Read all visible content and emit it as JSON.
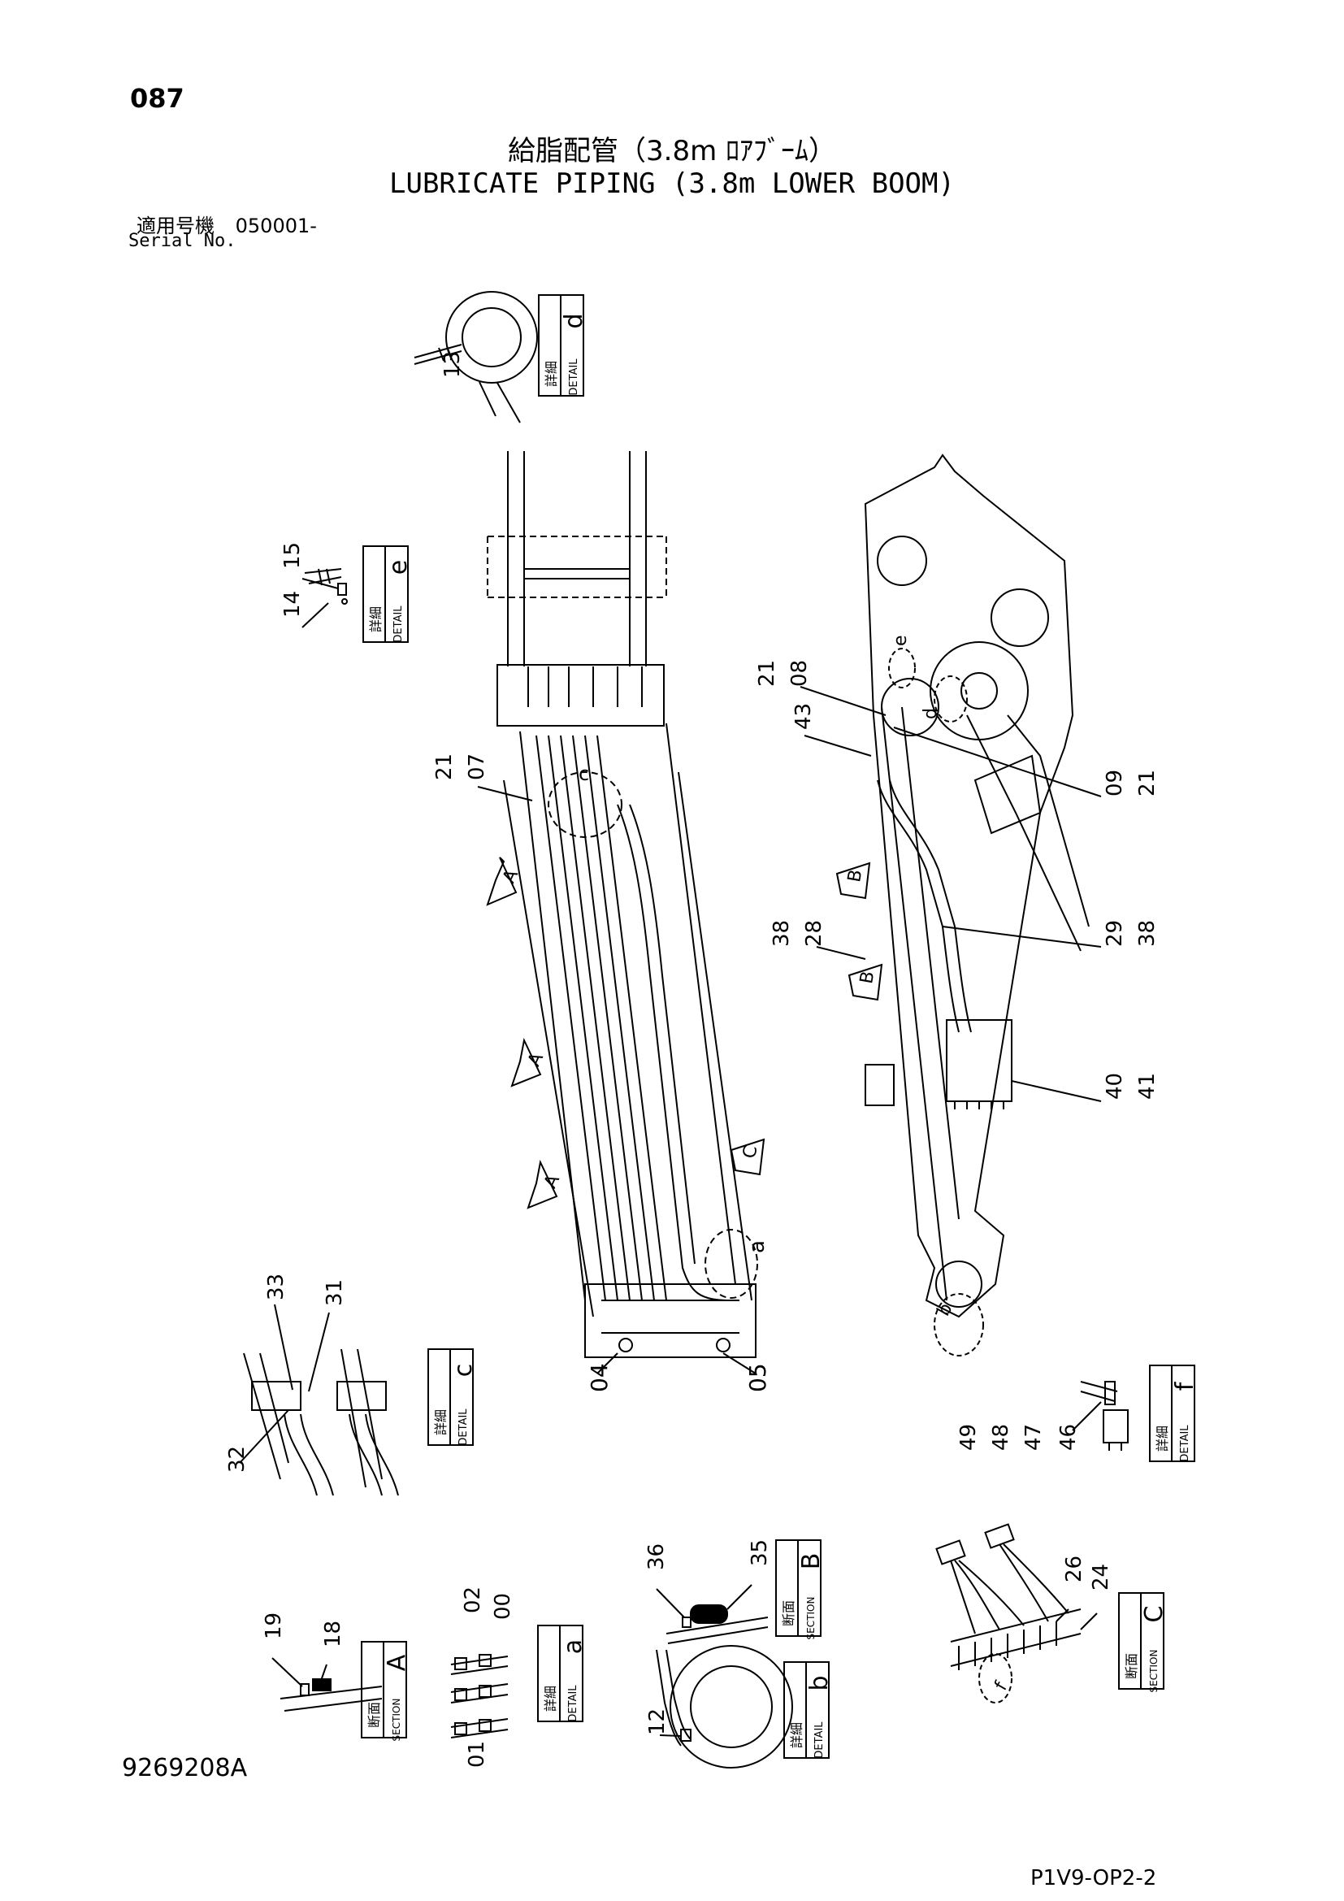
{
  "header": {
    "page_number": "087",
    "title_jp": "給脂配管（3.8m ﾛｱﾌﾞｰﾑ）",
    "title_en": "LUBRICATE PIPING (3.8m LOWER BOOM)",
    "serial_label_jp": "適用号機",
    "serial_value": "050001-",
    "serial_label_en": "Serial No."
  },
  "footer": {
    "drawing_number": "9269208A",
    "page_code": "P1V9-OP2-2"
  },
  "boxes": {
    "detail_jp": "詳細",
    "detail_en": "DETAIL",
    "section_jp": "断面",
    "section_en": "SECTION",
    "d": "d",
    "e": "e",
    "c": "c",
    "f": "f",
    "a": "a",
    "b": "b",
    "A": "A",
    "B": "B",
    "C": "C"
  },
  "callouts": {
    "n13": "13",
    "n15": "15",
    "n14": "14",
    "n21a": "21",
    "n07": "07",
    "n21b": "21",
    "n08": "08",
    "n43": "43",
    "n09": "09",
    "n21c": "21",
    "n38a": "38",
    "n28": "28",
    "n29": "29",
    "n38b": "38",
    "n40": "40",
    "n41": "41",
    "n33": "33",
    "n31": "31",
    "n32": "32",
    "n04": "04",
    "n05": "05",
    "n49": "49",
    "n48": "48",
    "n47": "47",
    "n46": "46",
    "n36": "36",
    "n35": "35",
    "n02": "02",
    "n00": "00",
    "n01": "01",
    "n19": "19",
    "n18": "18",
    "n12": "12",
    "n26": "26",
    "n24": "24"
  },
  "view_markers": {
    "c_top": "c",
    "e_top": "e",
    "d_top": "d",
    "a_bot": "a",
    "b_bot": "b",
    "f_bot": "f",
    "arrowA1": "A",
    "arrowA2": "A",
    "arrowA3": "A",
    "arrowB1": "B",
    "arrowB2": "B",
    "arrowC": "C"
  }
}
